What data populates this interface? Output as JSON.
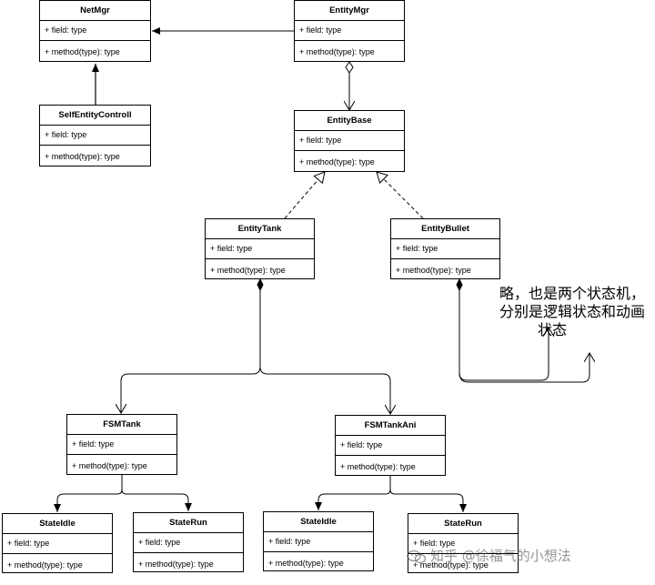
{
  "classes": {
    "netmgr": {
      "name": "NetMgr",
      "field": "+ field: type",
      "method": "+ method(type): type"
    },
    "entitymgr": {
      "name": "EntityMgr",
      "field": "+ field: type",
      "method": "+ method(type): type"
    },
    "selfentity": {
      "name": "SelfEntityControll",
      "field": "+ field: type",
      "method": "+ method(type): type"
    },
    "entitybase": {
      "name": "EntityBase",
      "field": "+ field: type",
      "method": "+ method(type): type"
    },
    "entitytank": {
      "name": "EntityTank",
      "field": "+ field: type",
      "method": "+ method(type): type"
    },
    "entitybullet": {
      "name": "EntityBullet",
      "field": "+ field: type",
      "method": "+ method(type): type"
    },
    "fsmtank": {
      "name": "FSMTank",
      "field": "+ field: type",
      "method": "+ method(type): type"
    },
    "fsmtankani": {
      "name": "FSMTankAni",
      "field": "+ field: type",
      "method": "+ method(type): type"
    },
    "stateidle1": {
      "name": "StateIdle",
      "field": "+ field: type",
      "method": "+ method(type): type"
    },
    "staterun1": {
      "name": "StateRun",
      "field": "+ field: type",
      "method": "+ method(type): type"
    },
    "stateidle2": {
      "name": "StateIdle",
      "field": "+ field: type",
      "method": "+ method(type): type"
    },
    "staterun2": {
      "name": "StateRun",
      "field": "+ field: type",
      "method": "+ method(type): type"
    }
  },
  "note": {
    "line1": "略，也是两个状态机，",
    "line2": "分别是逻辑状态和动画",
    "line3": "状态"
  },
  "watermark": {
    "text": "知乎 @徐福气的小想法",
    "icon": "zhihu-logo-icon"
  }
}
